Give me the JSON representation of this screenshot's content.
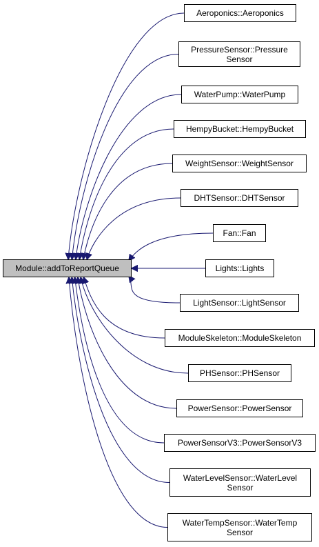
{
  "colors": {
    "edge": "#191970",
    "focus_fill": "#bfbfbf",
    "node_border": "#000000"
  },
  "focus": {
    "label": "Module::addToReportQueue"
  },
  "callers": [
    {
      "label": "Aeroponics::Aeroponics"
    },
    {
      "label": "PressureSensor::Pressure\nSensor"
    },
    {
      "label": "WaterPump::WaterPump"
    },
    {
      "label": "HempyBucket::HempyBucket"
    },
    {
      "label": "WeightSensor::WeightSensor"
    },
    {
      "label": "DHTSensor::DHTSensor"
    },
    {
      "label": "Fan::Fan"
    },
    {
      "label": "Lights::Lights"
    },
    {
      "label": "LightSensor::LightSensor"
    },
    {
      "label": "ModuleSkeleton::ModuleSkeleton"
    },
    {
      "label": "PHSensor::PHSensor"
    },
    {
      "label": "PowerSensor::PowerSensor"
    },
    {
      "label": "PowerSensorV3::PowerSensorV3"
    },
    {
      "label": "WaterLevelSensor::WaterLevel\nSensor"
    },
    {
      "label": "WaterTempSensor::WaterTemp\nSensor"
    }
  ]
}
